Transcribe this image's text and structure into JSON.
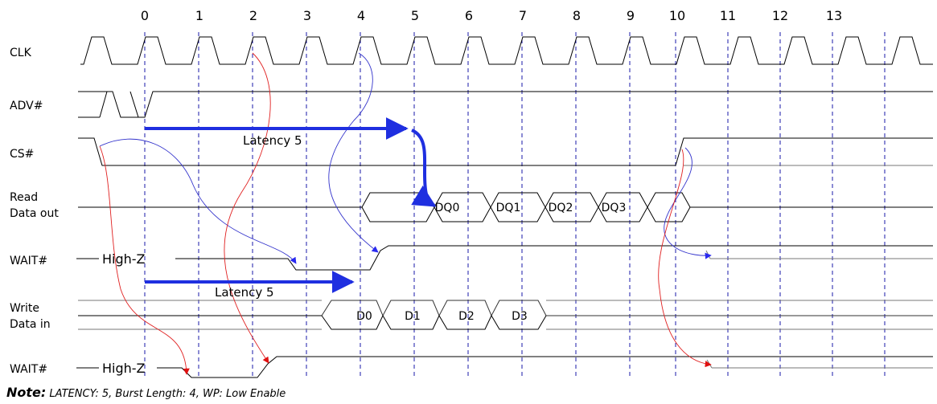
{
  "cycles": [
    "0",
    "1",
    "2",
    "3",
    "4",
    "5",
    "6",
    "7",
    "8",
    "9",
    "10",
    "11",
    "12",
    "13"
  ],
  "signals": {
    "clk": "CLK",
    "adv": "ADV#",
    "cs": "CS#",
    "read_line1": "Read",
    "read_line2": "Data out",
    "wait_read": "WAIT#",
    "write_line1": "Write",
    "write_line2": "Data in",
    "wait_write": "WAIT#"
  },
  "read_data": [
    "DQ0",
    "DQ1",
    "DQ2",
    "DQ3"
  ],
  "write_data": [
    "D0",
    "D1",
    "D2",
    "D3"
  ],
  "latency_read": "Latency 5",
  "latency_write": "Latency 5",
  "high_z_read": "High-Z",
  "high_z_write": "High-Z",
  "note": {
    "head": "Note:",
    "text": "LATENCY: 5, Burst Length: 4, WP: Low Enable"
  },
  "colors": {
    "latency_arrow": "#1f2fe0",
    "read_wait_trace": "#3333cc",
    "write_wait_trace": "#e02020",
    "cycle_guides": "#1a1aa8"
  }
}
